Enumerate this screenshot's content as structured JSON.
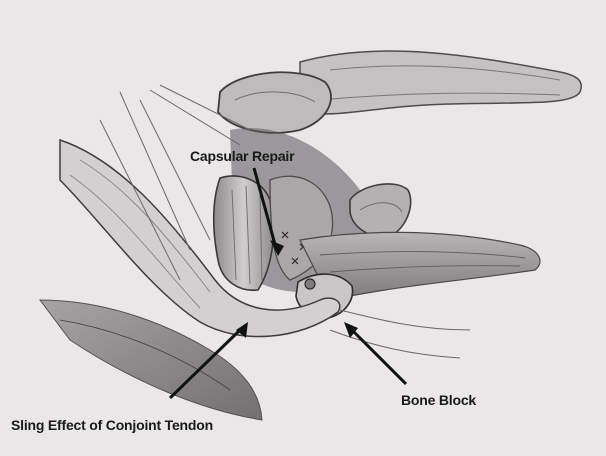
{
  "labels": {
    "capsular_repair": "Capsular Repair",
    "bone_block": "Bone Block",
    "sling_effect": "Sling Effect of Conjoint Tendon"
  }
}
